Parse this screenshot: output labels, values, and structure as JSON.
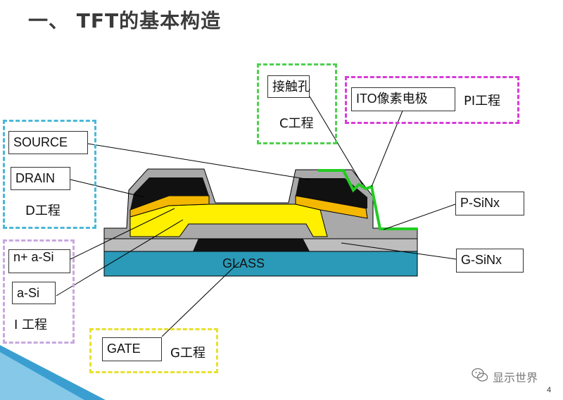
{
  "title": "一、 TFT的基本构造",
  "labels": {
    "source": "SOURCE",
    "drain": "DRAIN",
    "d_process": "D工程",
    "contact_hole": "接触孔",
    "c_process": "C工程",
    "ito": "ITO像素电极",
    "pi_process": "PI工程",
    "p_sinx": "P-SiNx",
    "g_sinx": "G-SiNx",
    "glass": "GLASS",
    "n_plus_a_si": "n+ a-Si",
    "a_si": "a-Si",
    "i_process": "I 工程",
    "gate": "GATE",
    "g_process": "G工程"
  },
  "watermark": "显示世界",
  "page_number": "4",
  "colors": {
    "cyan_dash": "#4ab8d8",
    "green_dash": "#4ed04e",
    "magenta_dash": "#d83cd8",
    "lavender_dash": "#c8a8e0",
    "yellow_dash": "#e8e030",
    "glass": "#2a9ab8",
    "gsinx": "#bdbdbd",
    "psinx": "#a9a9a9",
    "metal": "#111111",
    "n_plus": "#f5b800",
    "a_si": "#fff000",
    "ito": "#22cc22"
  }
}
